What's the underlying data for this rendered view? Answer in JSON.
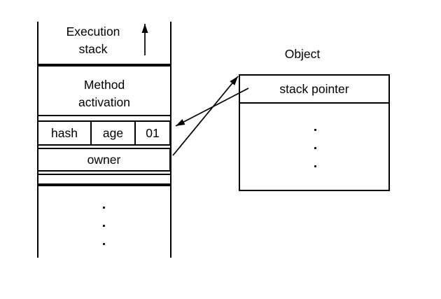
{
  "colors": {
    "ink": "#000000",
    "background": "#ffffff"
  },
  "stack": {
    "title": "Execution\nstack",
    "method_activation_label": "Method\nactivation",
    "header_cells": [
      "hash",
      "age",
      "01"
    ],
    "owner_label": "owner"
  },
  "object": {
    "title": "Object",
    "header_label": "stack pointer"
  }
}
